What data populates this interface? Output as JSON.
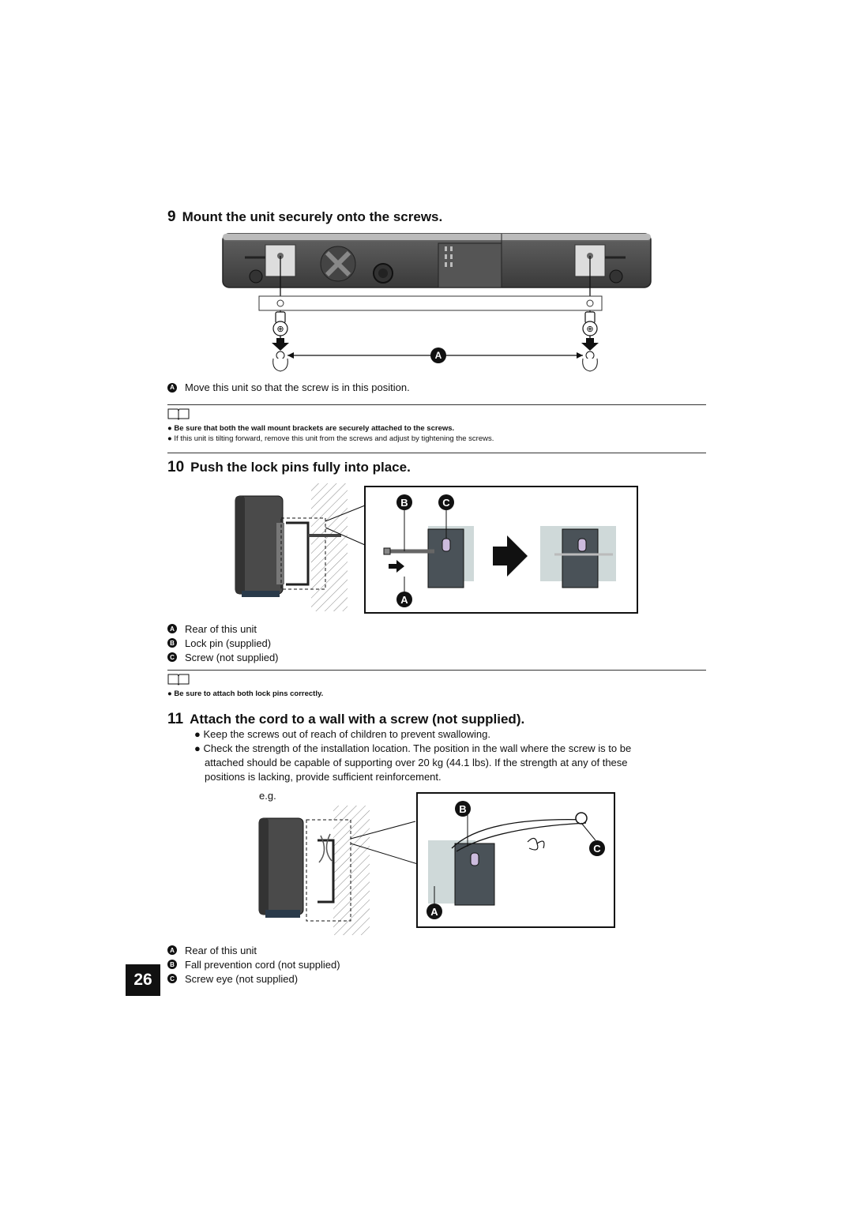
{
  "page_number": "26",
  "step9": {
    "number": "9",
    "title": "Mount the unit securely onto the screws.",
    "callout_label": "A",
    "caption_letter": "A",
    "caption_text": "Move this unit so that the screw is in this position."
  },
  "note1": {
    "bullet1": "Be sure that both the wall mount brackets are securely attached to the screws.",
    "bullet2": "If this unit is tilting forward, remove this unit from the screws and adjust by tightening the screws."
  },
  "step10": {
    "number": "10",
    "title": "Push the lock pins fully into place.",
    "label_b": "B",
    "label_c": "C",
    "label_a": "A",
    "captions": [
      {
        "letter": "A",
        "text": "Rear of this unit"
      },
      {
        "letter": "B",
        "text": "Lock pin (supplied)"
      },
      {
        "letter": "C",
        "text": "Screw (not supplied)"
      }
    ]
  },
  "note2": {
    "bullet1": "Be sure to attach both lock pins correctly."
  },
  "step11": {
    "number": "11",
    "title": "Attach the cord to a wall with a screw (not supplied).",
    "bullet1": "Keep the screws out of reach of children to prevent swallowing.",
    "bullet2_line1": "Check the strength of the installation location. The position in the wall where the screw is to be",
    "bullet2_line2": "attached should be capable of supporting over 20 kg (44.1 lbs). If the strength at any of these",
    "bullet2_line3": "positions is lacking, provide sufficient reinforcement.",
    "eg_label": "e.g.",
    "label_b": "B",
    "label_c": "C",
    "label_a": "A",
    "captions": [
      {
        "letter": "A",
        "text": "Rear of this unit"
      },
      {
        "letter": "B",
        "text": "Fall prevention cord (not supplied)"
      },
      {
        "letter": "C",
        "text": "Screw eye (not supplied)"
      }
    ]
  },
  "icons": {
    "note": "book-icon",
    "bullet": "black-circle-bullet"
  }
}
